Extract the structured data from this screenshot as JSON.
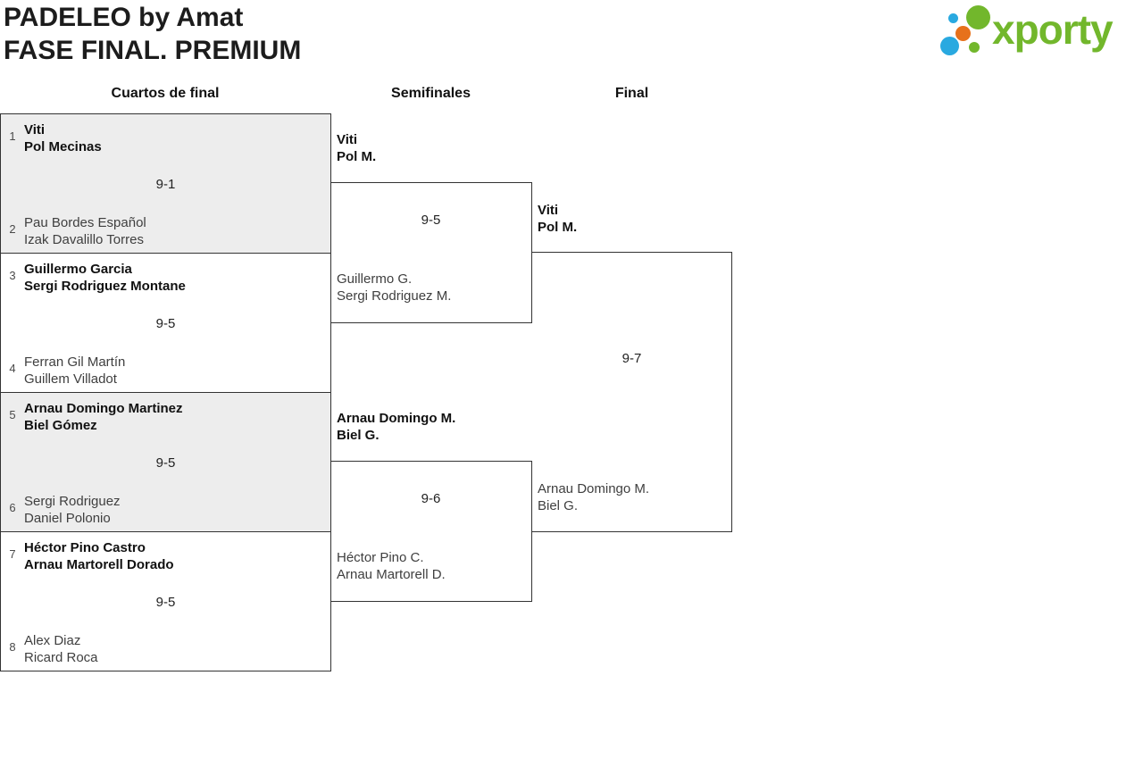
{
  "page": {
    "title_line1": "PADELEO by Amat",
    "title_line2": "FASE FINAL. PREMIUM"
  },
  "logo": {
    "wordmark": "xporty",
    "colors": {
      "green": "#72b72c",
      "blue": "#29a9e0",
      "orange": "#e7711b"
    }
  },
  "columns": {
    "quarterfinals": "Cuartos de final",
    "semifinals": "Semifinales",
    "final": "Final"
  },
  "bracket": {
    "quarterfinals": [
      {
        "seed_top": "1",
        "team_top": [
          "Viti",
          "Pol Mecinas"
        ],
        "score": "9-1",
        "seed_bottom": "2",
        "team_bottom": [
          "Pau Bordes Español",
          "Izak Davalillo Torres"
        ]
      },
      {
        "seed_top": "3",
        "team_top": [
          "Guillermo Garcia",
          "Sergi Rodriguez Montane"
        ],
        "score": "9-5",
        "seed_bottom": "4",
        "team_bottom": [
          "Ferran Gil Martín",
          "Guillem Villadot"
        ]
      },
      {
        "seed_top": "5",
        "team_top": [
          "Arnau Domingo Martinez",
          "Biel Gómez"
        ],
        "score": "9-5",
        "seed_bottom": "6",
        "team_bottom": [
          "Sergi Rodriguez",
          "Daniel Polonio"
        ]
      },
      {
        "seed_top": "7",
        "team_top": [
          "Héctor Pino Castro",
          "Arnau Martorell Dorado"
        ],
        "score": "9-5",
        "seed_bottom": "8",
        "team_bottom": [
          "Alex Diaz",
          "Ricard Roca"
        ]
      }
    ],
    "semifinals": [
      {
        "team_top": [
          "Viti",
          "Pol M."
        ],
        "score": "9-5",
        "team_bottom": [
          "Guillermo G.",
          "Sergi Rodriguez M."
        ]
      },
      {
        "team_top": [
          "Arnau Domingo M.",
          "Biel G."
        ],
        "score": "9-6",
        "team_bottom": [
          "Héctor Pino C.",
          "Arnau Martorell D."
        ]
      }
    ],
    "final": {
      "team_top": [
        "Viti",
        "Pol M."
      ],
      "score": "9-7",
      "team_bottom": [
        "Arnau Domingo M.",
        "Biel G."
      ]
    }
  },
  "colors": {
    "line": "#333333",
    "shaded_box": "#ededed",
    "winner_text": "#111111",
    "loser_text": "#3f3f3f"
  }
}
